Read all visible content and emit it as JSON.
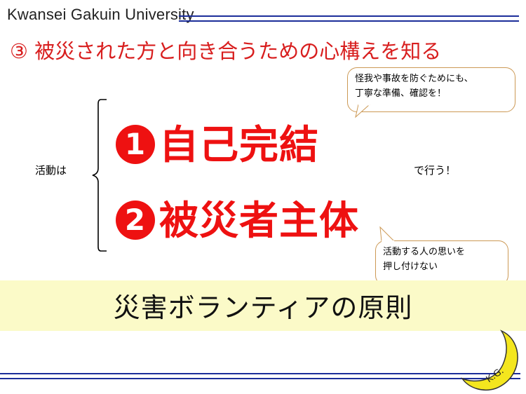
{
  "header": {
    "university": "Kwansei Gakuin University"
  },
  "slide": {
    "title": "③ 被災された方と向き合うための心構えを知る",
    "lead_text": "活動は",
    "trail_text": "で行う！",
    "principles": [
      {
        "number": "1",
        "text": "自己完結"
      },
      {
        "number": "2",
        "text": "被災者主体"
      }
    ],
    "bubbles": [
      {
        "line1": "怪我や事故を防ぐためにも、",
        "line2": "丁寧な準備、確認を！"
      },
      {
        "line1": "活動する人の思いを",
        "line2": "押し付けない"
      }
    ],
    "banner": "災害ボランティアの原則"
  },
  "logo": {
    "text": "K.G."
  },
  "colors": {
    "accent_red": "#ee1111",
    "line_blue": "#1c2e9a",
    "band_yellow": "#fbfac8"
  }
}
